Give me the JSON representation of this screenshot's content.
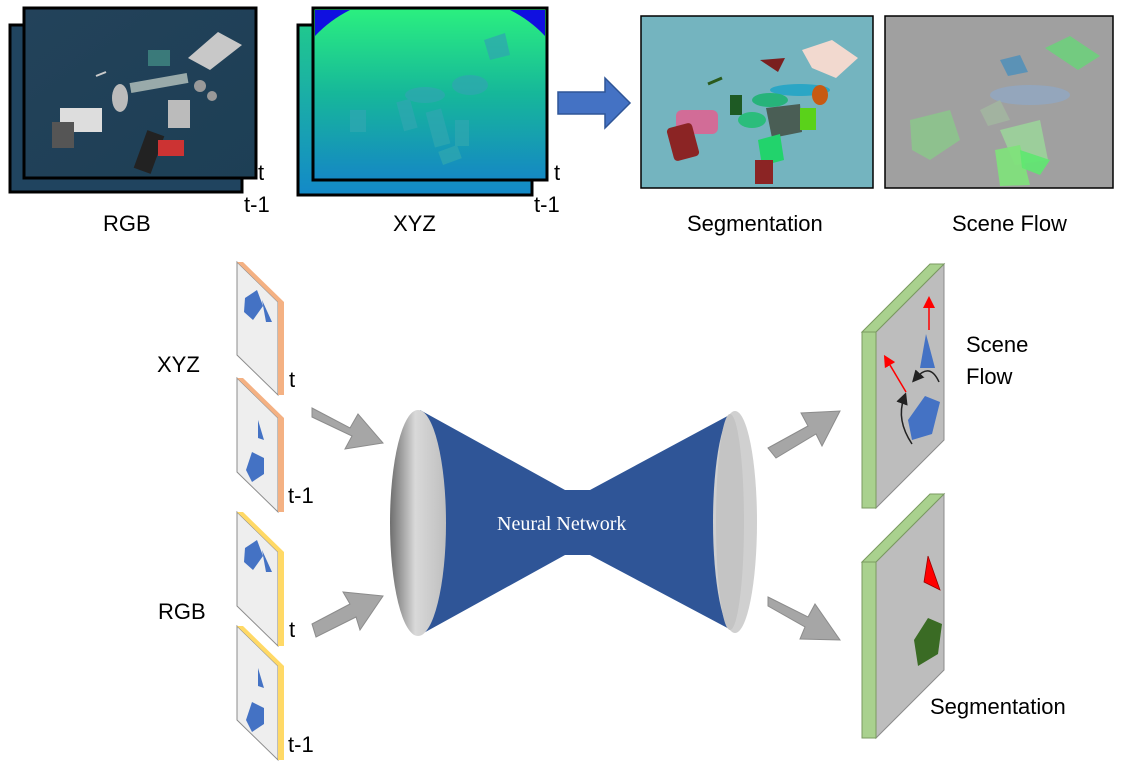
{
  "top_row": {
    "rgb_label": "RGB",
    "xyz_label": "XYZ",
    "segmentation_label": "Segmentation",
    "scene_flow_label": "Scene Flow",
    "rgb_t": "t",
    "rgb_t1": "t-1",
    "xyz_t": "t",
    "xyz_t1": "t-1"
  },
  "bottom_row": {
    "xyz_input_label": "XYZ",
    "rgb_input_label": "RGB",
    "xyz_t": "t",
    "xyz_t1": "t-1",
    "rgb_t": "t",
    "rgb_t1": "t-1",
    "network_label": "Neural Network",
    "scene_flow_line1": "Scene",
    "scene_flow_line2": "Flow",
    "segmentation_output_label": "Segmentation"
  },
  "colors": {
    "network_blue": "#2f5597",
    "arrow_gray": "#a6a6a6",
    "xyz_edge": "#f4b183",
    "rgb_edge": "#ffd966",
    "output_edge": "#a9d18e",
    "shape_blue": "#4472c4"
  }
}
